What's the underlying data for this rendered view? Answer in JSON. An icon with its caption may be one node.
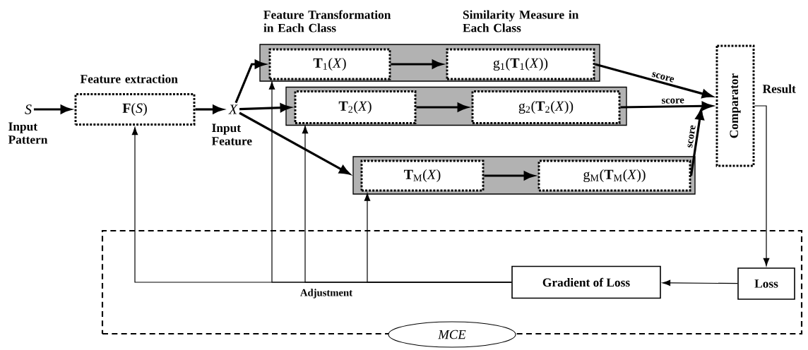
{
  "diagram": {
    "nodes": [
      {
        "text": [
          "S"
        ],
        "beside": [
          "Input Pattern"
        ]
      },
      {
        "text": [
          "**F**(*S*)"
        ],
        "beside": [
          "Feature extraction"
        ]
      },
      {
        "text": [
          "X"
        ],
        "beside": [
          "Input Feature"
        ]
      },
      {
        "text": [],
        "shape": "box"
      },
      {
        "text": [
          "**T**$_{1}$(*X*)"
        ],
        "in": 3
      },
      {
        "text": [
          "g$_{1}$(**T**$_{1}$(*X*))"
        ],
        "in": 3
      },
      {
        "text": [],
        "shape": "box"
      },
      {
        "text": [
          "**T**$_{2}$(*X*)"
        ],
        "in": 6
      },
      {
        "text": [
          "g$_{2}$(**T**$_{2}$(*X*))"
        ],
        "in": 6
      },
      {
        "text": [],
        "shape": "box"
      },
      {
        "text": [
          "**T**$_{M}$(*X*)"
        ],
        "in": 9
      },
      {
        "text": [
          "g$_{M}$(**T**$_{M}$(*X*))"
        ],
        "in": 9
      },
      {
        "text": [
          "Comparator"
        ],
        "beside": [
          "Result"
        ]
      },
      {
        "text": [
          "MCE"
        ]
      },
      {
        "text": [
          "Loss"
        ],
        "in": 13
      },
      {
        "text": [
          "Gradient of Loss"
        ],
        "in": 13
      }
    ],
    "edges": [
      {
        "from": 0,
        "to": 1,
        "arrow": "to"
      },
      {
        "from": 1,
        "to": 2,
        "arrow": "to"
      },
      {
        "from": 2,
        "to": 4,
        "arrow": "to"
      },
      {
        "from": 2,
        "to": 7,
        "arrow": "to"
      },
      {
        "from": 2,
        "to": 10,
        "arrow": "to"
      },
      {
        "from": 4,
        "to": 5,
        "arrow": "to"
      },
      {
        "from": 7,
        "to": 8,
        "arrow": "to"
      },
      {
        "from": 10,
        "to": 11,
        "arrow": "to"
      },
      {
        "from": 5,
        "to": 12,
        "arrow": "to",
        "label": "score"
      },
      {
        "from": 8,
        "to": 12,
        "arrow": "to",
        "label": "score"
      },
      {
        "from": 11,
        "to": 12,
        "arrow": "to",
        "label": "score"
      },
      {
        "from": 12,
        "to": 14,
        "arrow": "to"
      },
      {
        "from": 14,
        "to": 15,
        "arrow": "to"
      },
      {
        "from": 15,
        "to": 1,
        "arrow": "to",
        "label": "Adjustment"
      },
      {
        "from": 15,
        "to": 4,
        "arrow": "to"
      },
      {
        "from": 15,
        "to": 7,
        "arrow": "to"
      },
      {
        "from": 15,
        "to": 10,
        "arrow": "to"
      }
    ],
    "labels": [
      "Feature Transformation in Each Class",
      "Similarity Measure in Each Class"
    ]
  }
}
